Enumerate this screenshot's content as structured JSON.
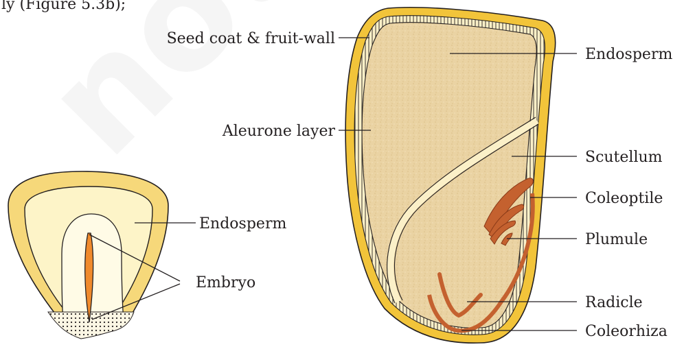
{
  "header_fragment": "ly (Figure 5.3b);",
  "watermark": "not to be re",
  "maize_labels": {
    "endosperm": "Endosperm",
    "embryo": "Embryo"
  },
  "grain_labels": {
    "seed_coat": "Seed coat & fruit-wall",
    "aleurone": "Aleurone layer",
    "endosperm": "Endosperm",
    "scutellum": "Scutellum",
    "coleoptile": "Coleoptile",
    "plumule": "Plumule",
    "radicle": "Radicle",
    "coleorhiza": "Coleorhiza"
  },
  "colors": {
    "seed_coat": "#f2c43a",
    "endosperm_grain": "#ead3a3",
    "embryo_parts": "#c4612f",
    "maize_outer": "#f6d87a",
    "maize_inner": "#fdf4c8"
  }
}
